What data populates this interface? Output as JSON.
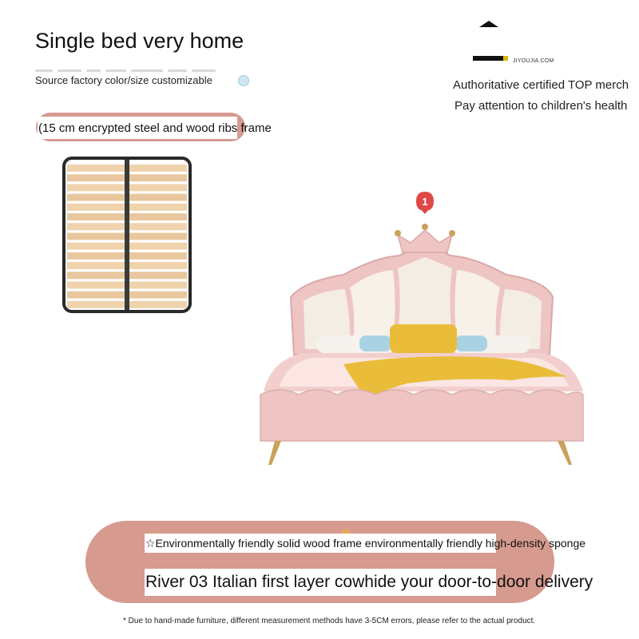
{
  "header": {
    "title": "Single bed very home",
    "subtitle": "Source factory color/size customizable"
  },
  "brand": {
    "site": "JIYOUJIA.COM",
    "line1": "Authoritative certified TOP merch",
    "line2": "Pay attention to children's health"
  },
  "frame": {
    "label": "(15 cm encrypted steel and wood ribs frame"
  },
  "product": {
    "badge_number": "1",
    "colors": {
      "leather_pink": "#eec5c3",
      "cushion_cream": "#f4ede4",
      "pillow_yellow": "#e9bd3a",
      "leg_gold": "#c9a25a",
      "banner_rose": "#d69a8f"
    }
  },
  "features": {
    "line1": "☆Environmentally friendly solid wood frame environmentally friendly high-density sponge",
    "line2": "River 03 Italian first layer cowhide your door-to-door delivery"
  },
  "footnote": "* Due to hand-made furniture, different measurement methods have 3-5CM errors, please refer to the actual product."
}
